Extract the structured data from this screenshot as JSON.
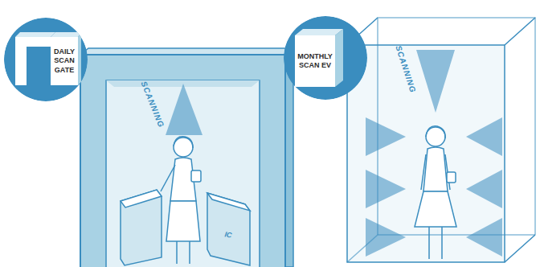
{
  "diagram": {
    "nodes": [
      {
        "text": [
          "DAILY SCAN GATE"
        ]
      },
      {
        "text": [
          "MONTHLY SCAN EV"
        ]
      }
    ],
    "labels": [
      "SCANNING",
      "IC",
      "SCANNING"
    ]
  }
}
